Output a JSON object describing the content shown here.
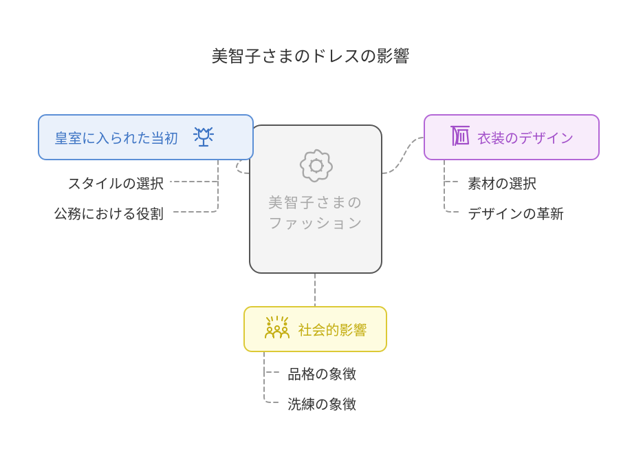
{
  "title": "美智子さまのドレスの影響",
  "center": {
    "label": "美智子さまのファッション",
    "icon": "flower-icon"
  },
  "branches": [
    {
      "label": "皇室に入られた当初",
      "icon": "bell-flower-icon",
      "color": "#5b8fd6",
      "children": [
        "スタイルの選択",
        "公務における役割"
      ]
    },
    {
      "label": "衣装のデザイン",
      "icon": "curtain-icon",
      "color": "#b366d6",
      "children": [
        "素材の選択",
        "デザインの革新"
      ]
    },
    {
      "label": "社会的影響",
      "icon": "crowd-celebration-icon",
      "color": "#dcc935",
      "children": [
        "品格の象徴",
        "洗練の象徴"
      ]
    }
  ],
  "colors": {
    "connector": "#999999",
    "center_border": "#555555",
    "center_fill": "#f4f4f4"
  }
}
